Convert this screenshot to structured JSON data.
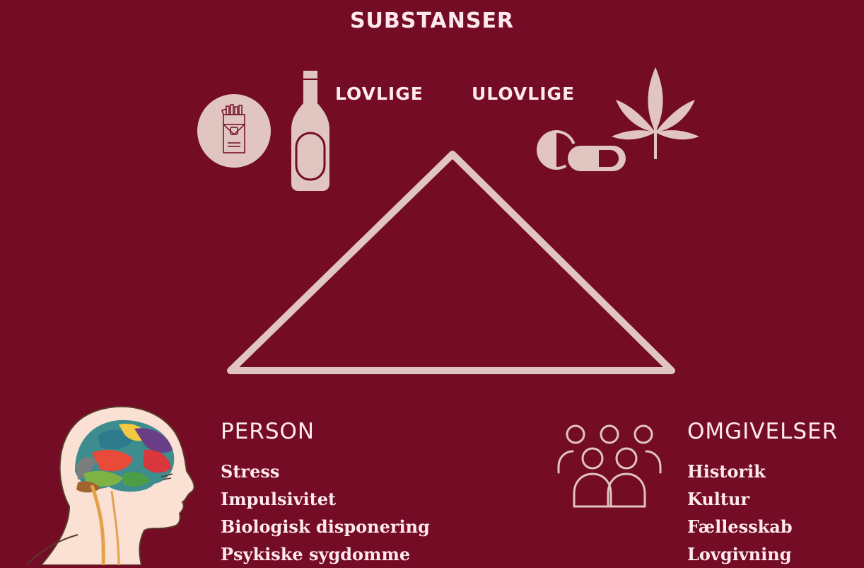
{
  "title": "SUBSTANSER",
  "substances": {
    "legal_label": "LOVLIGE",
    "illegal_label": "ULOVLIGE"
  },
  "person": {
    "heading": "PERSON",
    "factors": [
      "Stress",
      "Impulsivitet",
      "Biologisk disponering",
      "Psykiske sygdomme"
    ]
  },
  "environment": {
    "heading": "OMGIVELSER",
    "factors": [
      "Historik",
      "Kultur",
      "Fællesskab",
      "Lovgivning"
    ]
  },
  "icons": {
    "cigarette": "cigarette-pack-icon",
    "bottle": "bottle-icon",
    "pills": "pills-icon",
    "cannabis": "cannabis-leaf-icon",
    "people": "people-group-icon",
    "brain": "head-brain-illustration"
  },
  "colors": {
    "background": "#730c24",
    "text": "#ffe9ee",
    "icon": "#e0c5c0"
  }
}
